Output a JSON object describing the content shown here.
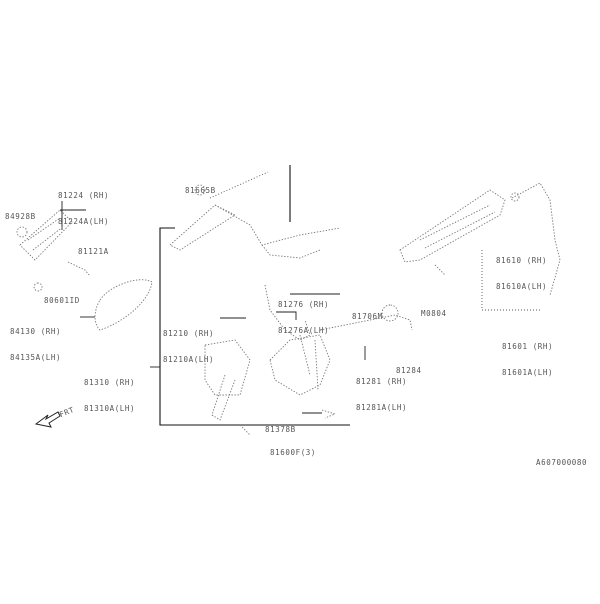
{
  "diagram": {
    "type": "exploded parts diagram",
    "drawing_id": "A607000080",
    "front_indicator": "FRT",
    "labels": {
      "handle_outer_rh": "81224 (RH)",
      "handle_outer_lh": "81224A(LH)",
      "bolt_left": "84928B",
      "grip_small": "81121A",
      "clip_left": "80601ID",
      "cover_rh": "84130 (RH)",
      "cover_lh": "84135A(LH)",
      "rod_top": "81665B",
      "lock_rod_rh": "81276 (RH)",
      "lock_rod_lh": "81276A(LH)",
      "screw_center": "81706M",
      "frame_inner_rh": "81210 (RH)",
      "frame_inner_lh": "81210A(LH)",
      "mech_rh": "81310 (RH)",
      "mech_lh": "81310A(LH)",
      "screw_lower": "81378B",
      "bolt_bottom": "81600F(3)",
      "nut_right": "81284",
      "assy_right_rh": "81281 (RH)",
      "assy_right_lh": "81281A(LH)",
      "clip_right": "M0804",
      "handle_right_rh": "81610 (RH)",
      "handle_right_lh": "81610A(LH)",
      "cable_right_rh": "81601 (RH)",
      "cable_right_lh": "81601A(LH)"
    }
  }
}
